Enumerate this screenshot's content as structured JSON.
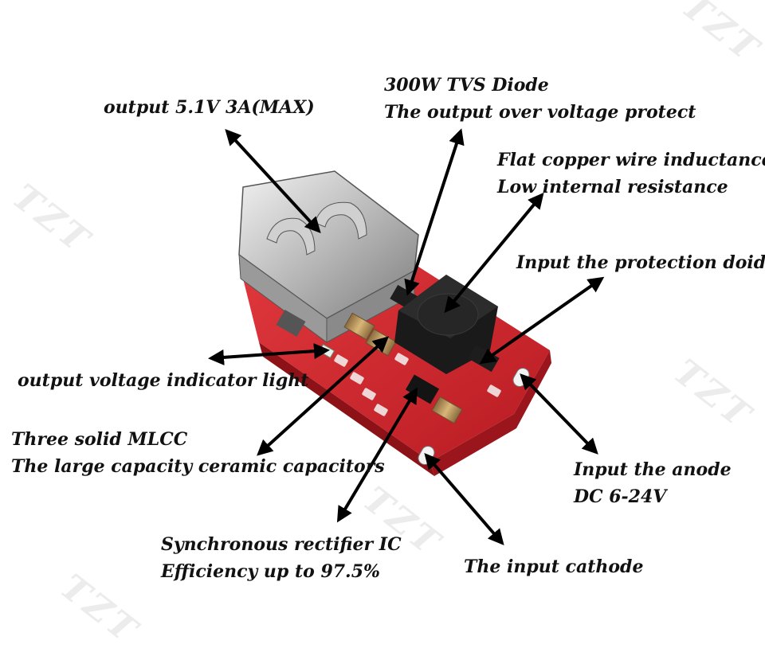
{
  "watermark": "TZT",
  "colors": {
    "pcb": "#d8232a",
    "text": "#111111",
    "arrow": "#000000"
  },
  "callouts": {
    "output": {
      "line1": "output 5.1V 3A(MAX)"
    },
    "tvs": {
      "line1": "300W TVS Diode",
      "line2": "The output over voltage protect"
    },
    "inductor": {
      "line1": "Flat copper wire inductance",
      "line2": "Low internal resistance"
    },
    "protection_diode": {
      "line1": "Input the protection doide"
    },
    "indicator": {
      "line1": "output voltage indicator light"
    },
    "mlcc": {
      "line1": "Three solid MLCC",
      "line2": "The large capacity ceramic capacitors"
    },
    "anode": {
      "line1": "Input the anode",
      "line2": "DC 6-24V"
    },
    "rectifier": {
      "line1": "Synchronous rectifier IC",
      "line2": "Efficiency up to 97.5%"
    },
    "cathode": {
      "line1": "The input cathode"
    }
  }
}
